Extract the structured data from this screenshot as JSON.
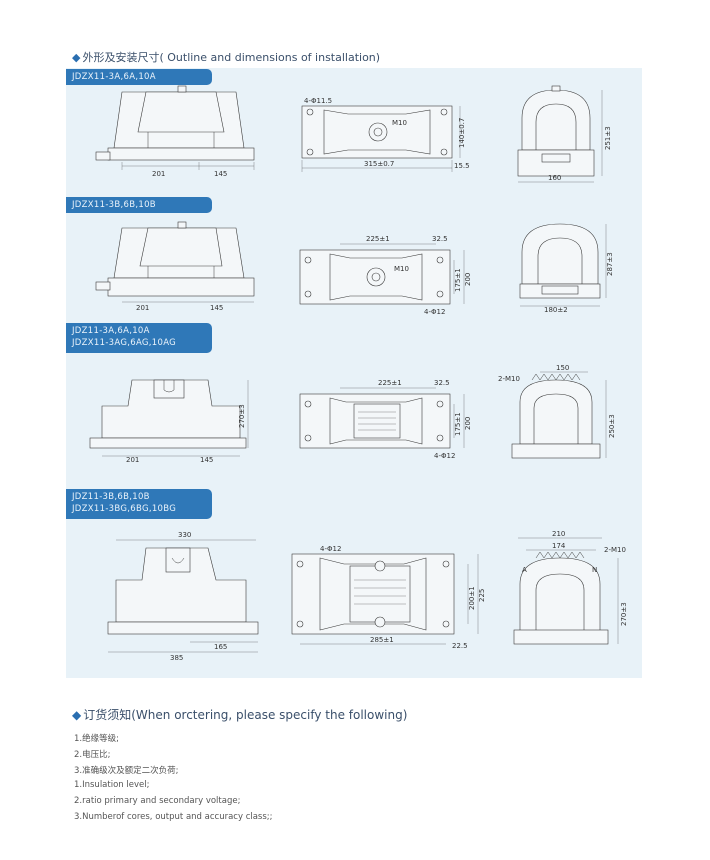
{
  "section1": {
    "marker": "◆",
    "title": "外形及安装尺寸( Outline and dimensions of installation)"
  },
  "models": [
    {
      "line1": "JDZX11-3A,6A,10A",
      "line2": ""
    },
    {
      "line1": "JDZX11-3B,6B,10B",
      "line2": ""
    },
    {
      "line1": "JDZ11-3A,6A,10A",
      "line2": "JDZX11-3AG,6AG,10AG"
    },
    {
      "line1": "JDZ11-3B,6B,10B",
      "line2": "JDZX11-3BG,6BG,10BG"
    }
  ],
  "dims": {
    "r1": {
      "a": "201",
      "b": "145",
      "c": "4-Φ11.5",
      "d": "M10",
      "e": "140±0.7",
      "f": "315±0.7",
      "g": "15.5",
      "h": "251±3",
      "i": "160"
    },
    "r2": {
      "a": "201",
      "b": "145",
      "c": "225±1",
      "d": "32.5",
      "e": "M10",
      "f": "175±1",
      "g": "200",
      "h": "4-Φ12",
      "i": "287±3",
      "j": "180±2"
    },
    "r3": {
      "a": "201",
      "b": "145",
      "c": "270±3",
      "d": "225±1",
      "e": "32.5",
      "f": "175±1",
      "g": "200",
      "h": "4-Φ12",
      "i": "2-M10",
      "j": "150",
      "k": "250±3"
    },
    "r4": {
      "a": "330",
      "b": "165",
      "c": "385",
      "d": "4-Φ12",
      "e": "200±1",
      "f": "225",
      "g": "285±1",
      "h": "22.5",
      "i": "210",
      "j": "174",
      "k": "2-M10",
      "l": "A",
      "m": "N",
      "n": "270±3"
    }
  },
  "section2": {
    "marker": "◆",
    "title": "订货须知(When orctering, please specify the following)"
  },
  "order_items": [
    "1.绝缘等级;",
    "2.电压比;",
    "3.准确级次及额定二次负荷;",
    "1.Insulation level;",
    "2.ratio primary and secondary voltage;",
    "3.Numberof cores, output and accuracy class;;"
  ]
}
